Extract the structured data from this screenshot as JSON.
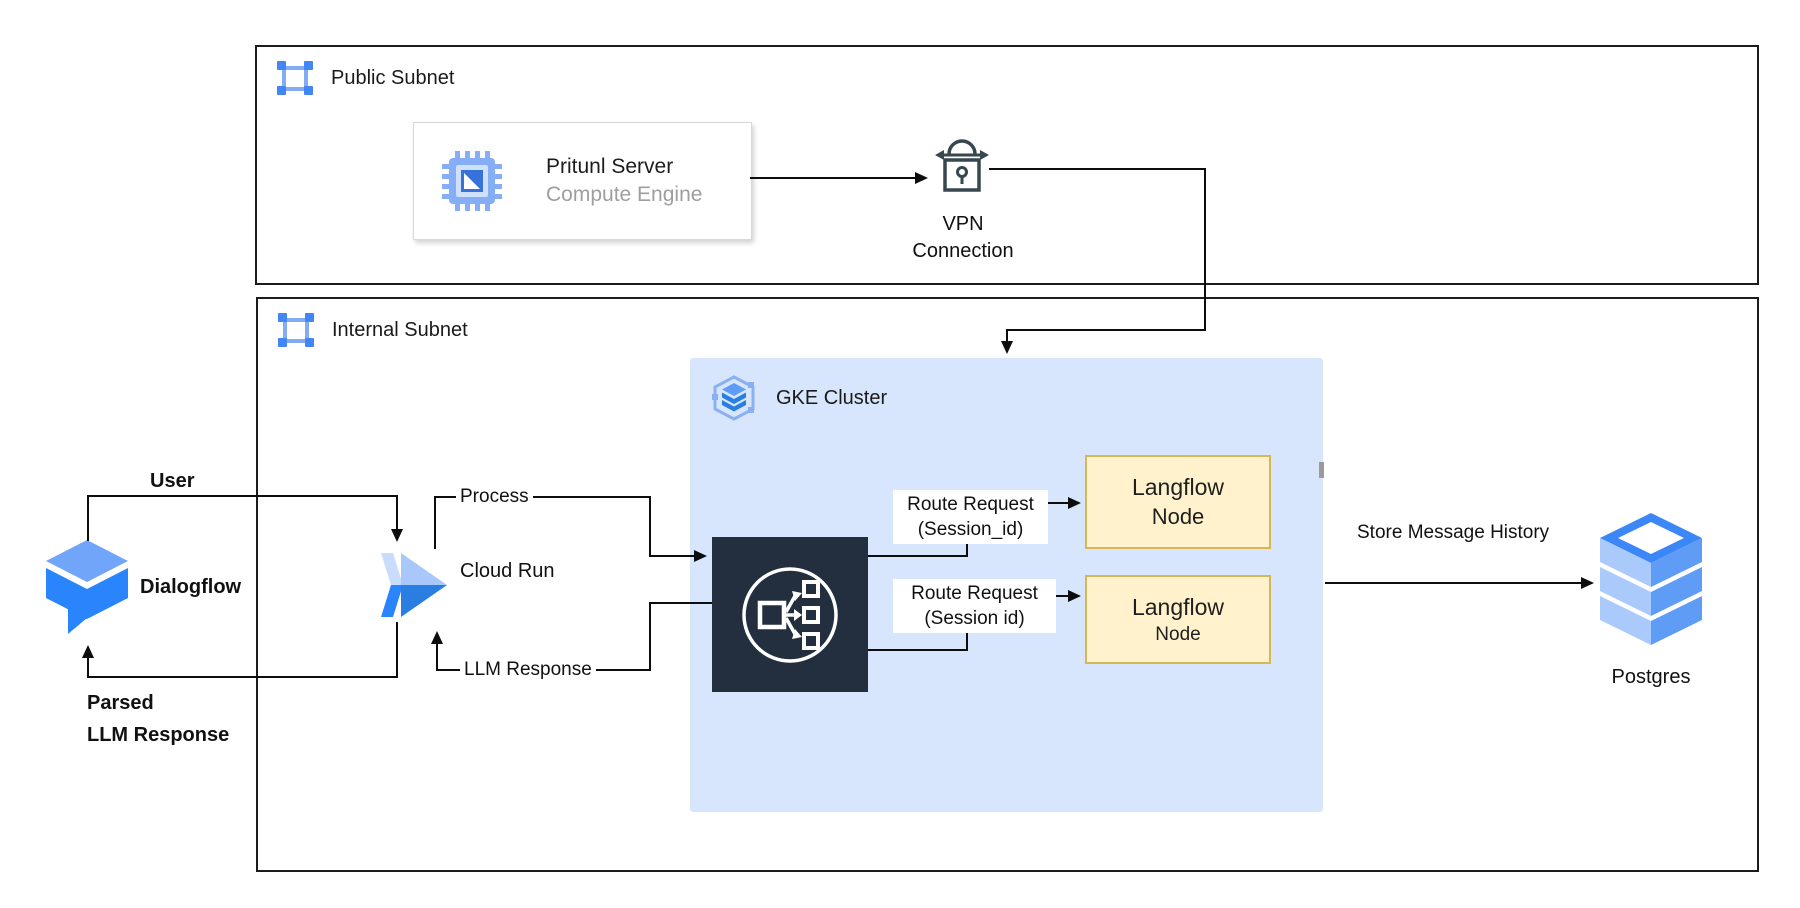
{
  "public_subnet": {
    "label": "Public Subnet"
  },
  "internal_subnet": {
    "label": "Internal Subnet"
  },
  "pritunl": {
    "title": "Pritunl Server",
    "subtitle": "Compute Engine"
  },
  "vpn": {
    "line1": "VPN",
    "line2": "Connection"
  },
  "gke": {
    "label": "GKE Cluster"
  },
  "dialogflow": {
    "label": "Dialogflow"
  },
  "cloud_run": {
    "label": "Cloud Run"
  },
  "postgres": {
    "label": "Postgres"
  },
  "langflow_nodes": [
    {
      "line1": "Langflow",
      "line2": "Node"
    },
    {
      "line1": "Langflow",
      "line2": "Node"
    }
  ],
  "edges": {
    "user": "User",
    "parsed_line1": "Parsed",
    "parsed_line2": "LLM Response",
    "process": "Process",
    "llm_response": "LLM Response",
    "route1_line1": "Route Request",
    "route1_line2": "(Session_id)",
    "route2_line1": "Route Request",
    "route2_line2": "(Session id)",
    "store": "Store Message History"
  },
  "colors": {
    "gcp_blue": "#4285f4",
    "gcp_blue_light": "#aecbfa",
    "gcp_blue_mid": "#669df6",
    "gcp_blue_vivid": "#2a84fc",
    "gke_fill": "#d7e6fc",
    "langflow_fill": "#fff2cc",
    "langflow_border": "#d6b656",
    "dark_node": "#232f3e",
    "lock": "#37474f",
    "line": "#0d0d0d"
  }
}
